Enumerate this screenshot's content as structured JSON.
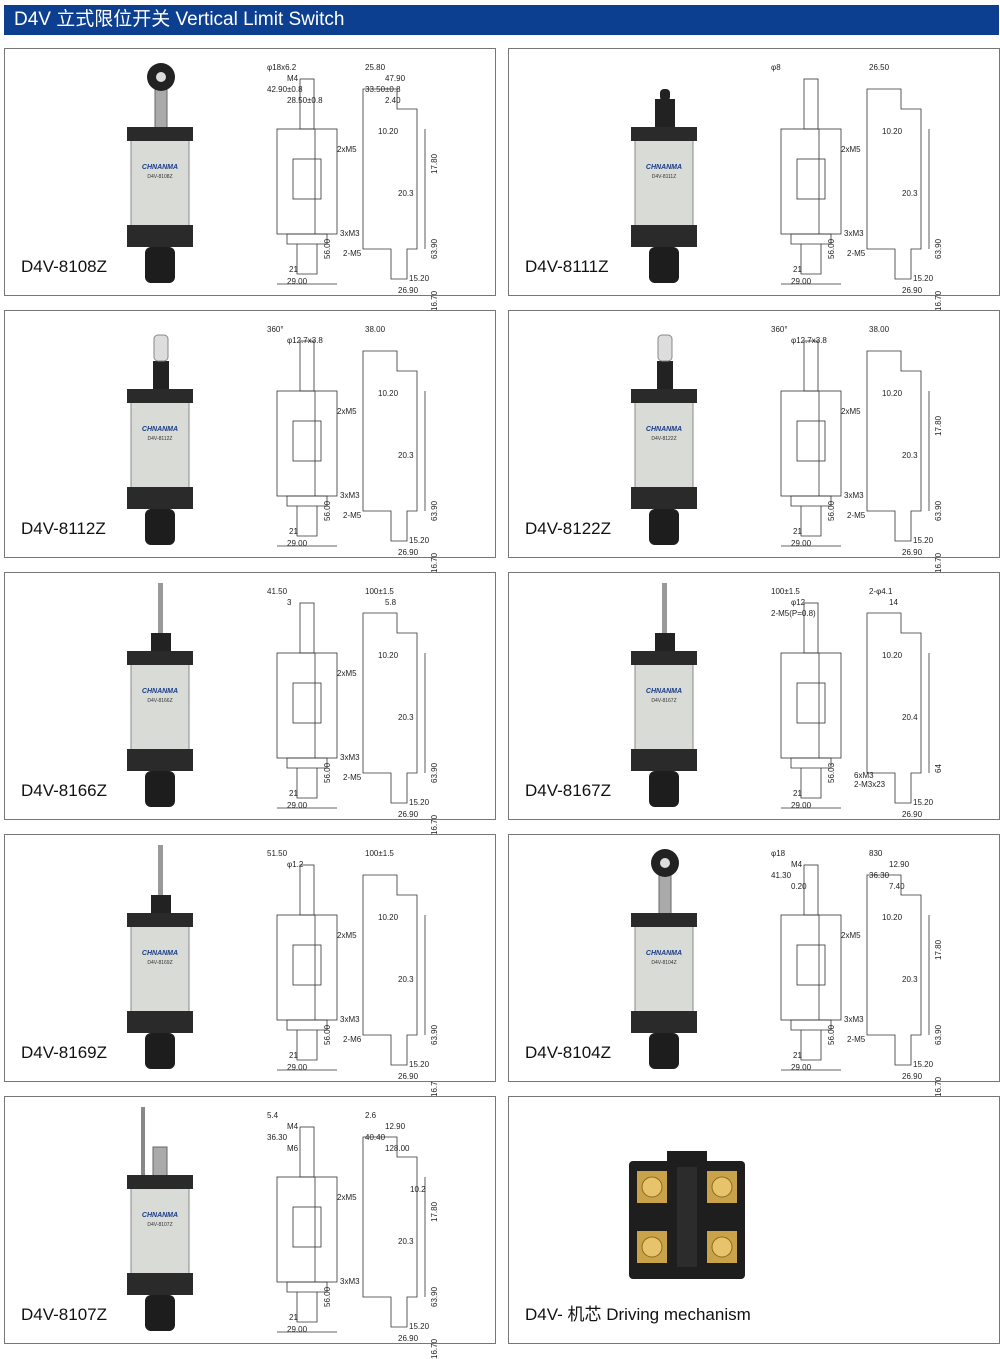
{
  "header": {
    "title": "D4V 立式限位开关 Vertical Limit Switch"
  },
  "colors": {
    "header_bg": "#0c3f8f",
    "body_gray": "#d8dbd6",
    "black": "#1a1a1a",
    "brass": "#c9a24a"
  },
  "panels": [
    {
      "model": "D4V-8108Z",
      "actuator": "roller-lever",
      "brand": "CHNANMA",
      "sub": "D4V-8108Z",
      "dims": [
        "φ18x6.2",
        "25.80",
        "M4",
        "2xM5",
        "56.00",
        "3xM3",
        "2-M5",
        "21",
        "29.00",
        "47.90",
        "42.90±0.8",
        "33.50±0.8",
        "28.50±0.8",
        "10.20",
        "17.80",
        "20.3",
        "63.90",
        "16.70",
        "2.40",
        "15.20",
        "26.90"
      ]
    },
    {
      "model": "D4V-8111Z",
      "actuator": "plunger",
      "brand": "CHNANMA",
      "sub": "D4V-8111Z",
      "dims": [
        "φ8",
        "26.50",
        "2xM5",
        "56.00",
        "3xM3",
        "2-M5",
        "21",
        "29.00",
        "10.20",
        "20.3",
        "63.90",
        "16.70",
        "15.20",
        "26.90"
      ]
    },
    {
      "model": "D4V-8112Z",
      "actuator": "roller-plunger",
      "brand": "CHNANMA",
      "sub": "D4V-8112Z",
      "dims": [
        "360°",
        "38.00",
        "2xM5",
        "56.00",
        "3xM3",
        "2-M5",
        "21",
        "29.00",
        "10.20",
        "φ12.7x3.8",
        "20.3",
        "63.90",
        "16.70",
        "15.20",
        "26.90"
      ]
    },
    {
      "model": "D4V-8122Z",
      "actuator": "cross-roller-plunger",
      "brand": "CHNANMA",
      "sub": "D4V-8122Z",
      "dims": [
        "360°",
        "38.00",
        "2xM5",
        "56.00",
        "3xM3",
        "2-M5",
        "21",
        "29.00",
        "10.20",
        "φ12.7x3.8",
        "17.80",
        "20.3",
        "63.90",
        "16.70",
        "15.20",
        "26.90"
      ]
    },
    {
      "model": "D4V-8166Z",
      "actuator": "spring-rod",
      "brand": "CHNANMA",
      "sub": "D4V-8166Z",
      "dims": [
        "41.50",
        "100±1.5",
        "2xM5",
        "56.00",
        "3xM3",
        "2-M5",
        "21",
        "29.00",
        "10.20",
        "3",
        "5.8",
        "20.3",
        "63.90",
        "16.70",
        "15.20",
        "26.90"
      ]
    },
    {
      "model": "D4V-8167Z",
      "actuator": "spring-rod",
      "brand": "CHNANMA",
      "sub": "D4V-8167Z",
      "dims": [
        "100±1.5",
        "56.03",
        "2-φ4.1",
        "6xM3",
        "2-M3x23",
        "21",
        "29.00",
        "10.20",
        "φ12",
        "20.4",
        "64",
        "14",
        "2-M5(P=0.8)",
        "15.20",
        "26.90"
      ]
    },
    {
      "model": "D4V-8169Z",
      "actuator": "coil-spring",
      "brand": "CHNANMA",
      "sub": "D4V-8169Z",
      "dims": [
        "51.50",
        "100±1.5",
        "2xM5",
        "56.00",
        "3xM3",
        "2-M6",
        "21",
        "29.00",
        "10.20",
        "φ1.2",
        "20.3",
        "63.90",
        "16.7",
        "15.20",
        "26.90"
      ]
    },
    {
      "model": "D4V-8104Z",
      "actuator": "roller-lever",
      "brand": "CHNANMA",
      "sub": "D4V-8104Z",
      "dims": [
        "φ18",
        "830",
        "M4",
        "12.90",
        "2xM5",
        "56.00",
        "3xM3",
        "2-M5",
        "21",
        "29.00",
        "41.30",
        "36.30",
        "0.20",
        "10.20",
        "17.80",
        "20.3",
        "63.90",
        "16.70",
        "7.40",
        "15.20",
        "26.90"
      ]
    },
    {
      "model": "D4V-8107Z",
      "actuator": "rod-lever",
      "brand": "CHNANMA",
      "sub": "D4V-8107Z",
      "dims": [
        "5.4",
        "2.6",
        "M4",
        "12.90",
        "2xM5",
        "56.00",
        "3xM3",
        "21",
        "29.00",
        "36.30",
        "40.40",
        "10.2",
        "M6",
        "128.00",
        "17.80",
        "20.3",
        "63.90",
        "16.70",
        "15.20",
        "26.90"
      ]
    }
  ],
  "mechanism": {
    "model": "D4V- 机芯  Driving mechanism"
  }
}
